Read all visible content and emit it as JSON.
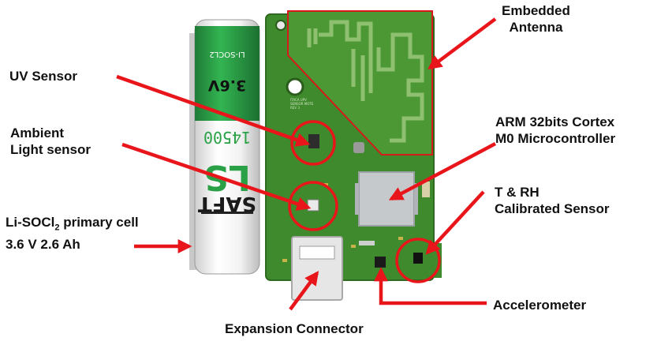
{
  "labels": {
    "embedded_antenna": [
      "Embedded",
      "Antenna"
    ],
    "uv_sensor": "UV Sensor",
    "ambient_light": [
      "Ambient",
      "Light sensor"
    ],
    "battery_line1": "Li-SOCl",
    "battery_sub": "2",
    "battery_line1_suffix": " primary cell",
    "battery_line2": "3.6 V 2.6 Ah",
    "arm": [
      "ARM 32bits Cortex",
      "M0 Microcontroller"
    ],
    "t_rh": [
      "T & RH",
      "Calibrated Sensor"
    ],
    "accelerometer": "Accelerometer",
    "expansion": "Expansion Connector"
  },
  "battery_print": {
    "brand": "SAFT",
    "model": "LS",
    "size": "14500",
    "voltage": "3.6V",
    "chemistry": "LI-SOCL2"
  },
  "board_print": [
    "ITACA UPV",
    "SENSOR MOTE",
    "REV 3"
  ],
  "colors": {
    "arrow": "#e8151b",
    "board": "#3f8a2c",
    "battery_band": "#2aa146"
  }
}
